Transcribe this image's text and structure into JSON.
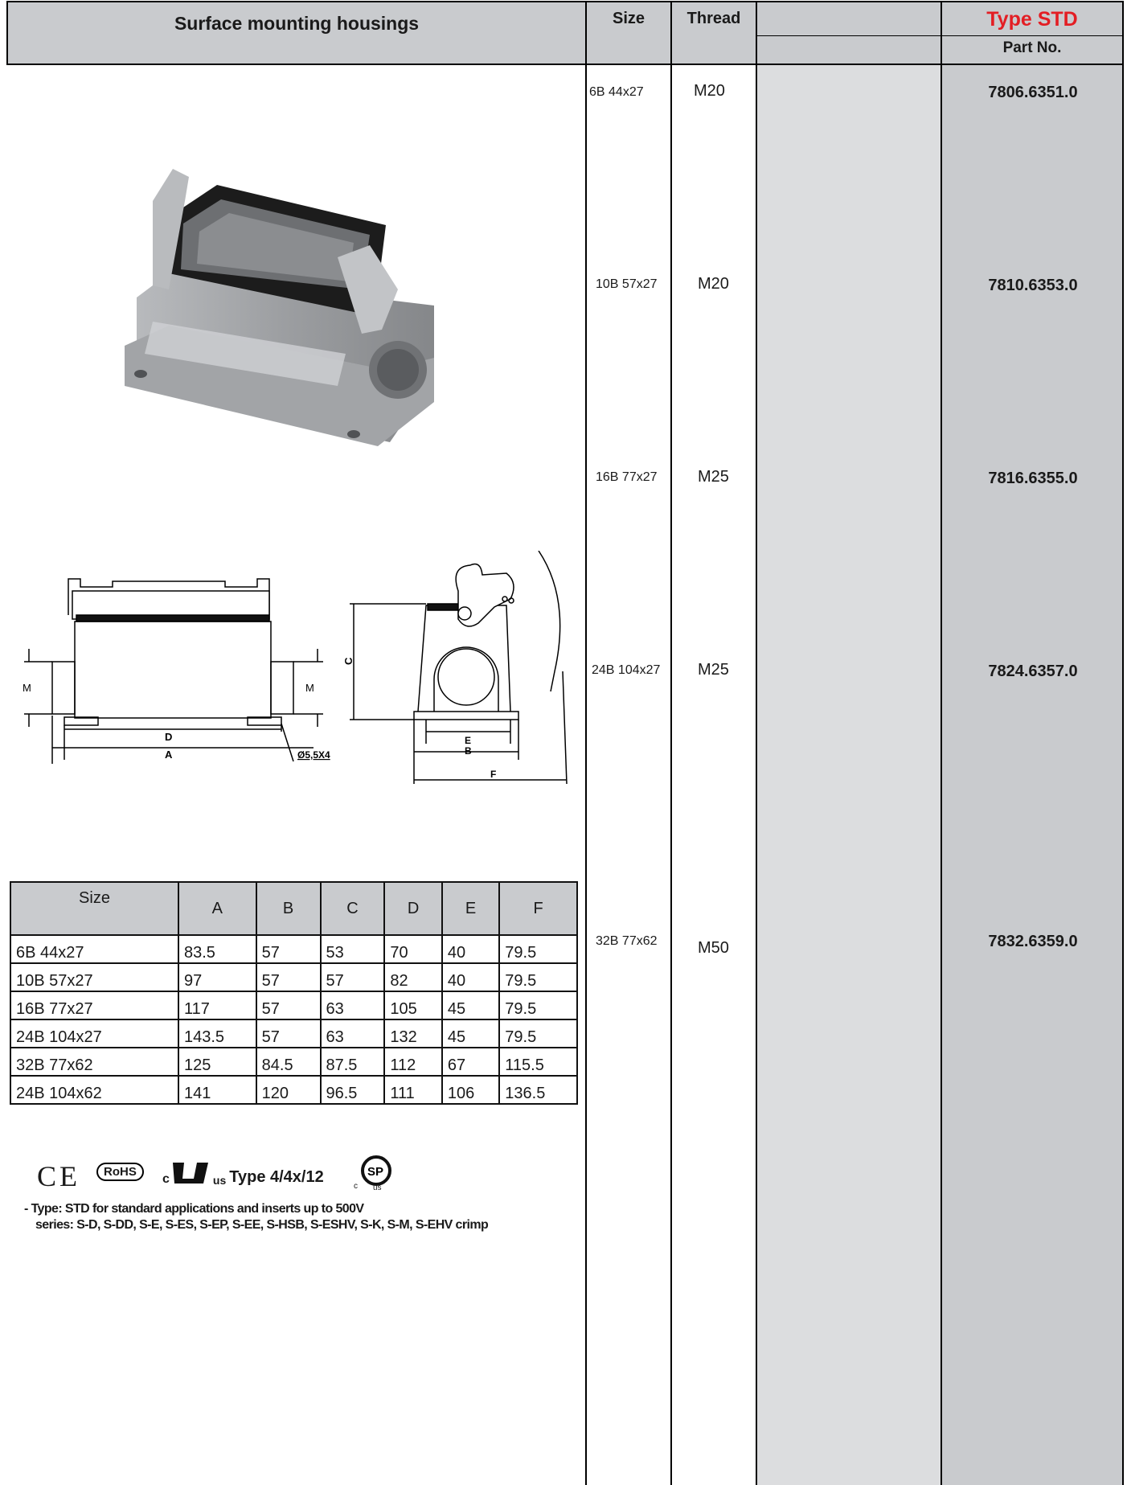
{
  "header": {
    "title": "Surface mounting housings",
    "size_label": "Size",
    "thread_label": "Thread",
    "type_label": "Type STD",
    "part_label": "Part No.",
    "type_color": "#e31e24"
  },
  "rows": [
    {
      "size": "6B 44x27",
      "thread": "M20",
      "part": "7806.6351.0"
    },
    {
      "size": "10B 57x27",
      "thread": "M20",
      "part": "7810.6353.0"
    },
    {
      "size": "16B 77x27",
      "thread": "M25",
      "part": "7816.6355.0"
    },
    {
      "size": "24B 104x27",
      "thread": "M25",
      "part": "7824.6357.0"
    },
    {
      "size": "32B 77x62",
      "thread": "M50",
      "part": "7832.6359.0"
    }
  ],
  "drawing": {
    "label_m1": "M",
    "label_m2": "M",
    "label_d": "D",
    "label_a": "A",
    "hole": "Ø5,5X4",
    "label_c": "C",
    "label_e": "E",
    "label_b": "B",
    "label_f": "F"
  },
  "dimensions": {
    "headers": [
      "Size",
      "A",
      "B",
      "C",
      "D",
      "E",
      "F"
    ],
    "rows": [
      [
        "6B 44x27",
        "83.5",
        "57",
        "53",
        "70",
        "40",
        "79.5"
      ],
      [
        "10B 57x27",
        "97",
        "57",
        "57",
        "82",
        "40",
        "79.5"
      ],
      [
        "16B 77x27",
        "117",
        "57",
        "63",
        "105",
        "45",
        "79.5"
      ],
      [
        "24B 104x27",
        "143.5",
        "57",
        "63",
        "132",
        "45",
        "79.5"
      ],
      [
        "32B 77x62",
        "125",
        "84.5",
        "87.5",
        "112",
        "67",
        "115.5"
      ],
      [
        "24B 104x62",
        "141",
        "120",
        "96.5",
        "111",
        "106",
        "136.5"
      ]
    ]
  },
  "certs": {
    "ce": "CE",
    "rohs": "RoHS",
    "ul_c": "c",
    "ul_us": "us",
    "ul_type": "Type 4/4x/12",
    "csa_c": "c",
    "csa_us": "us"
  },
  "notes": {
    "line1": "- Type:  STD for standard applications and inserts  up to 500V",
    "line2": "series: S-D, S-DD, S-E, S-ES, S-EP, S-EE, S-HSB, S-ESHV, S-K, S-M, S-EHV  crimp"
  }
}
